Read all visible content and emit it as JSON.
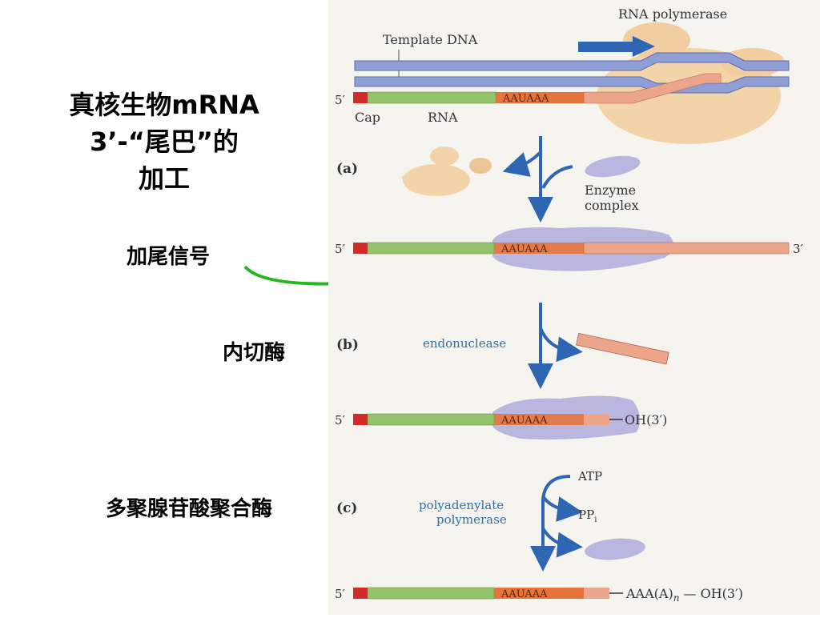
{
  "title": {
    "line1": "真核生物mRNA",
    "line2": "3’-“尾巴”的",
    "line3": "加工"
  },
  "side_labels": {
    "signal": "加尾信号",
    "endonuclease": "内切酶",
    "polyA_polymerase": "多聚腺苷酸聚合酶"
  },
  "figure": {
    "labels": {
      "rna_polymerase": "RNA polymerase",
      "template_dna": "Template DNA",
      "five_prime": "5′",
      "three_prime": "3′",
      "cap": "Cap",
      "rna": "RNA",
      "signal_seq": "AAUAAA",
      "enzyme_complex_1": "Enzyme",
      "enzyme_complex_2": "complex",
      "endonuclease": "endonuclease",
      "oh3": "OH(3′)",
      "atp": "ATP",
      "ppi": "PP",
      "ppi_sub": "i",
      "polyadenylate_1": "polyadenylate",
      "polyadenylate_2": "polymerase",
      "polya_tail_prefix": "AAA(A)",
      "polya_n": "n",
      "polya_suffix": "OH(3′)"
    },
    "steps": {
      "a": "(a)",
      "b": "(b)",
      "c": "(c)"
    },
    "colors": {
      "dna": "#8f9fd6",
      "cap": "#d42a2a",
      "rna": "#93c36a",
      "signal": "#e5743c",
      "tail": "#eca58a",
      "enzyme": "#b9b6df",
      "polymerase": "#f3d3a8",
      "arrow_blue": "#2f66b3",
      "text_blue": "#2d6fae",
      "green_arrow": "#25b81c"
    }
  }
}
